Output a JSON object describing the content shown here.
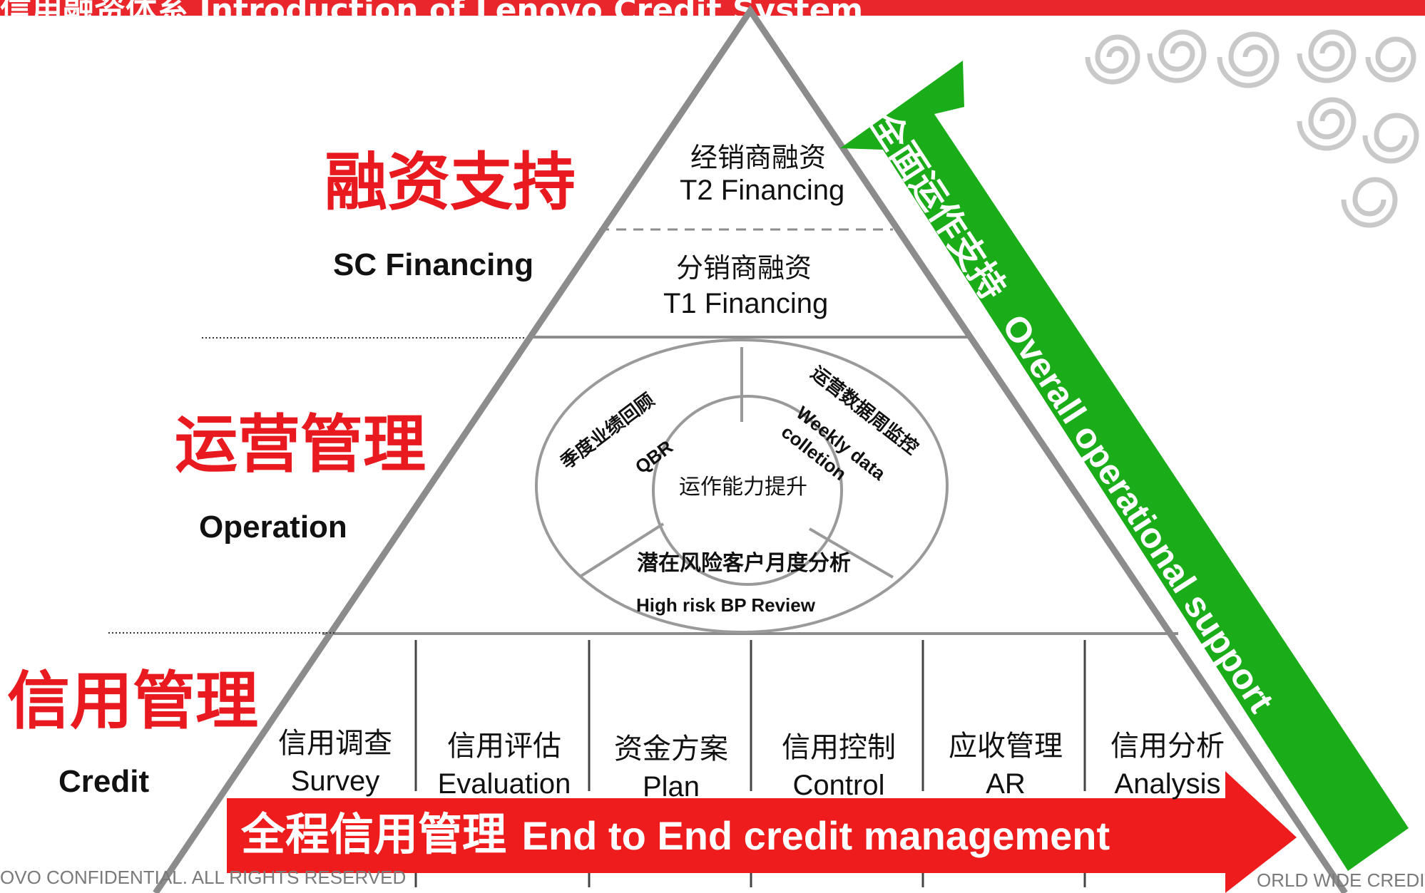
{
  "header": {
    "title": "信用融资体系 Introduction of Lenovo Credit System"
  },
  "levels": {
    "financing": {
      "cn": "融资支持",
      "en": "SC Financing"
    },
    "operation": {
      "cn": "运营管理",
      "en": "Operation"
    },
    "credit": {
      "cn": "信用管理",
      "en": "Credit"
    }
  },
  "financing_boxes": [
    {
      "cn": "经销商融资",
      "en": "T2 Financing"
    },
    {
      "cn": "分销商融资",
      "en": "T1 Financing"
    }
  ],
  "operation_circle": {
    "center": "运作能力提升",
    "qbr_cn": "季度业绩回顾",
    "qbr_en": "QBR",
    "weekly_cn": "运营数据周监控",
    "weekly_en": "Weekly  data colletion",
    "risk_cn": "潜在风险客户月度分析",
    "risk_en": "High risk BP Review"
  },
  "credit_columns": [
    {
      "cn": "信用调查",
      "en": "Survey"
    },
    {
      "cn": "信用评估",
      "en": "Evaluation"
    },
    {
      "cn": "资金方案",
      "en": "Plan"
    },
    {
      "cn": "信用控制",
      "en": "Control"
    },
    {
      "cn": "应收管理",
      "en": "AR"
    },
    {
      "cn": "信用分析",
      "en": "Analysis"
    }
  ],
  "bottom_arrow": {
    "cn": "全程信用管理",
    "en": "End to End credit management"
  },
  "side_arrow": {
    "cn": "全面运作支持",
    "en": "Overall operational support"
  },
  "footer": {
    "left": "OVO CONFIDENTIAL. ALL RIGHTS RESERVED",
    "right": "ORLD WIDE CREDIT"
  },
  "colors": {
    "red": "#e8191f",
    "green": "#1aad19",
    "gray_line": "#8c8c8c"
  }
}
